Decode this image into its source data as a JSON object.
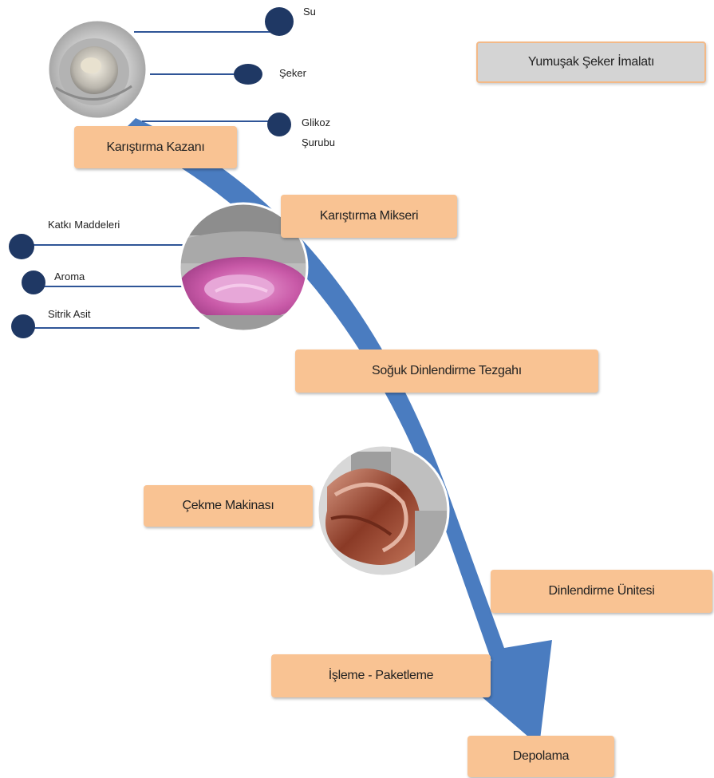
{
  "title": "Yumuşak Şeker İmalatı",
  "steps": [
    "Karıştırma Kazanı",
    "Karıştırma Mikseri",
    "Soğuk Dinlendirme Tezgahı",
    "Çekme Makinası",
    "Dinlendirme Ünitesi",
    "İşleme - Paketleme",
    "Depolama"
  ],
  "inputs_kazan": [
    "Su",
    "Şeker",
    "Glikoz",
    "Şurubu"
  ],
  "inputs_mikser": [
    "Katkı Maddeleri",
    "Aroma",
    "Sitrik Asit"
  ],
  "colors": {
    "arrow": "#4a7cc0",
    "box_fill": "#f9c393",
    "title_fill": "#d4d4d4",
    "node": "#1f3864",
    "line": "#2f5597"
  }
}
